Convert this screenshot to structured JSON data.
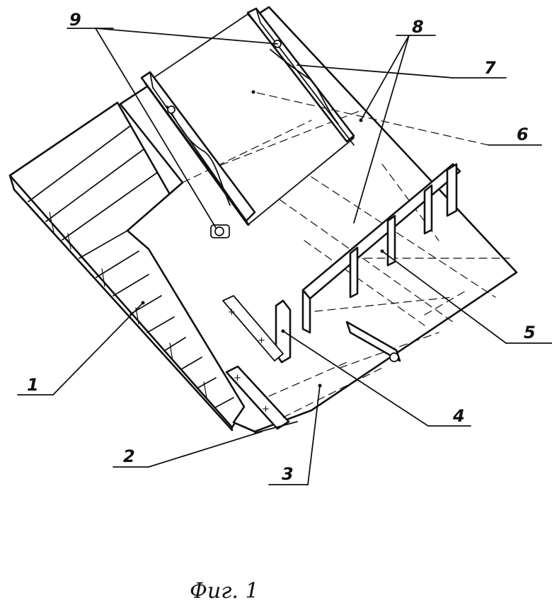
{
  "labels": {
    "l1": "1",
    "l2": "2",
    "l3": "3",
    "l4": "4",
    "l5": "5",
    "l6": "6",
    "l7": "7",
    "l8": "8",
    "l9": "9"
  },
  "caption": "Фиг. 1",
  "marks": {
    "plus": "+"
  }
}
